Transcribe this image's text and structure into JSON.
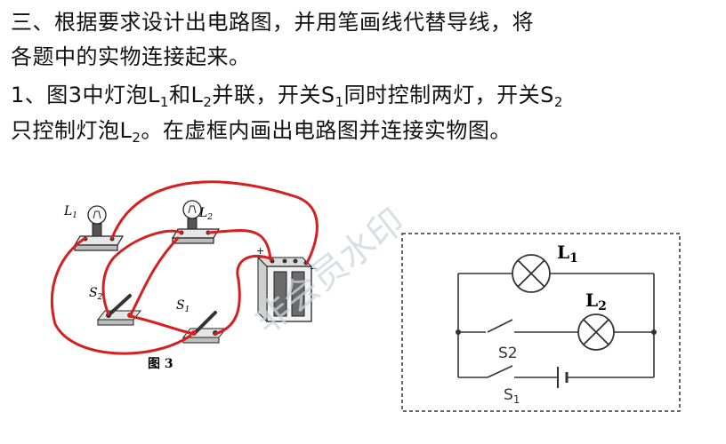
{
  "question": {
    "line1": "三、根据要求设计出电路图，并用笔画线代替导线，将",
    "line2": "各题中的实物连接起来。",
    "line3_a": "1、图3中灯泡L",
    "line3_b": "1",
    "line3_c": "和L",
    "line3_d": "2",
    "line3_e": "并联，开关S",
    "line3_f": "1",
    "line3_g": "同时控制两灯，开关S",
    "line3_h": "2",
    "line4_a": "只控制灯泡L",
    "line4_b": "2",
    "line4_c": "。在虚框内画出电路图并连接实物图。"
  },
  "figure": {
    "caption": "图 3",
    "lamp1": "L",
    "lamp1_sub": "1",
    "lamp2": "L",
    "lamp2_sub": "2",
    "switch2": "S",
    "switch2_sub": "2",
    "switch1": "S",
    "switch1_sub": "1",
    "battery_plus": "+",
    "battery_minus": "−"
  },
  "circuit": {
    "lamp1": "L",
    "lamp1_sub": "1",
    "lamp2": "L",
    "lamp2_sub": "2",
    "switch2": "S2",
    "switch1": "S",
    "switch1_sub": "1"
  },
  "watermark": "非会员水印",
  "colors": {
    "wire_red": "#d42020",
    "frame": "#333333"
  }
}
